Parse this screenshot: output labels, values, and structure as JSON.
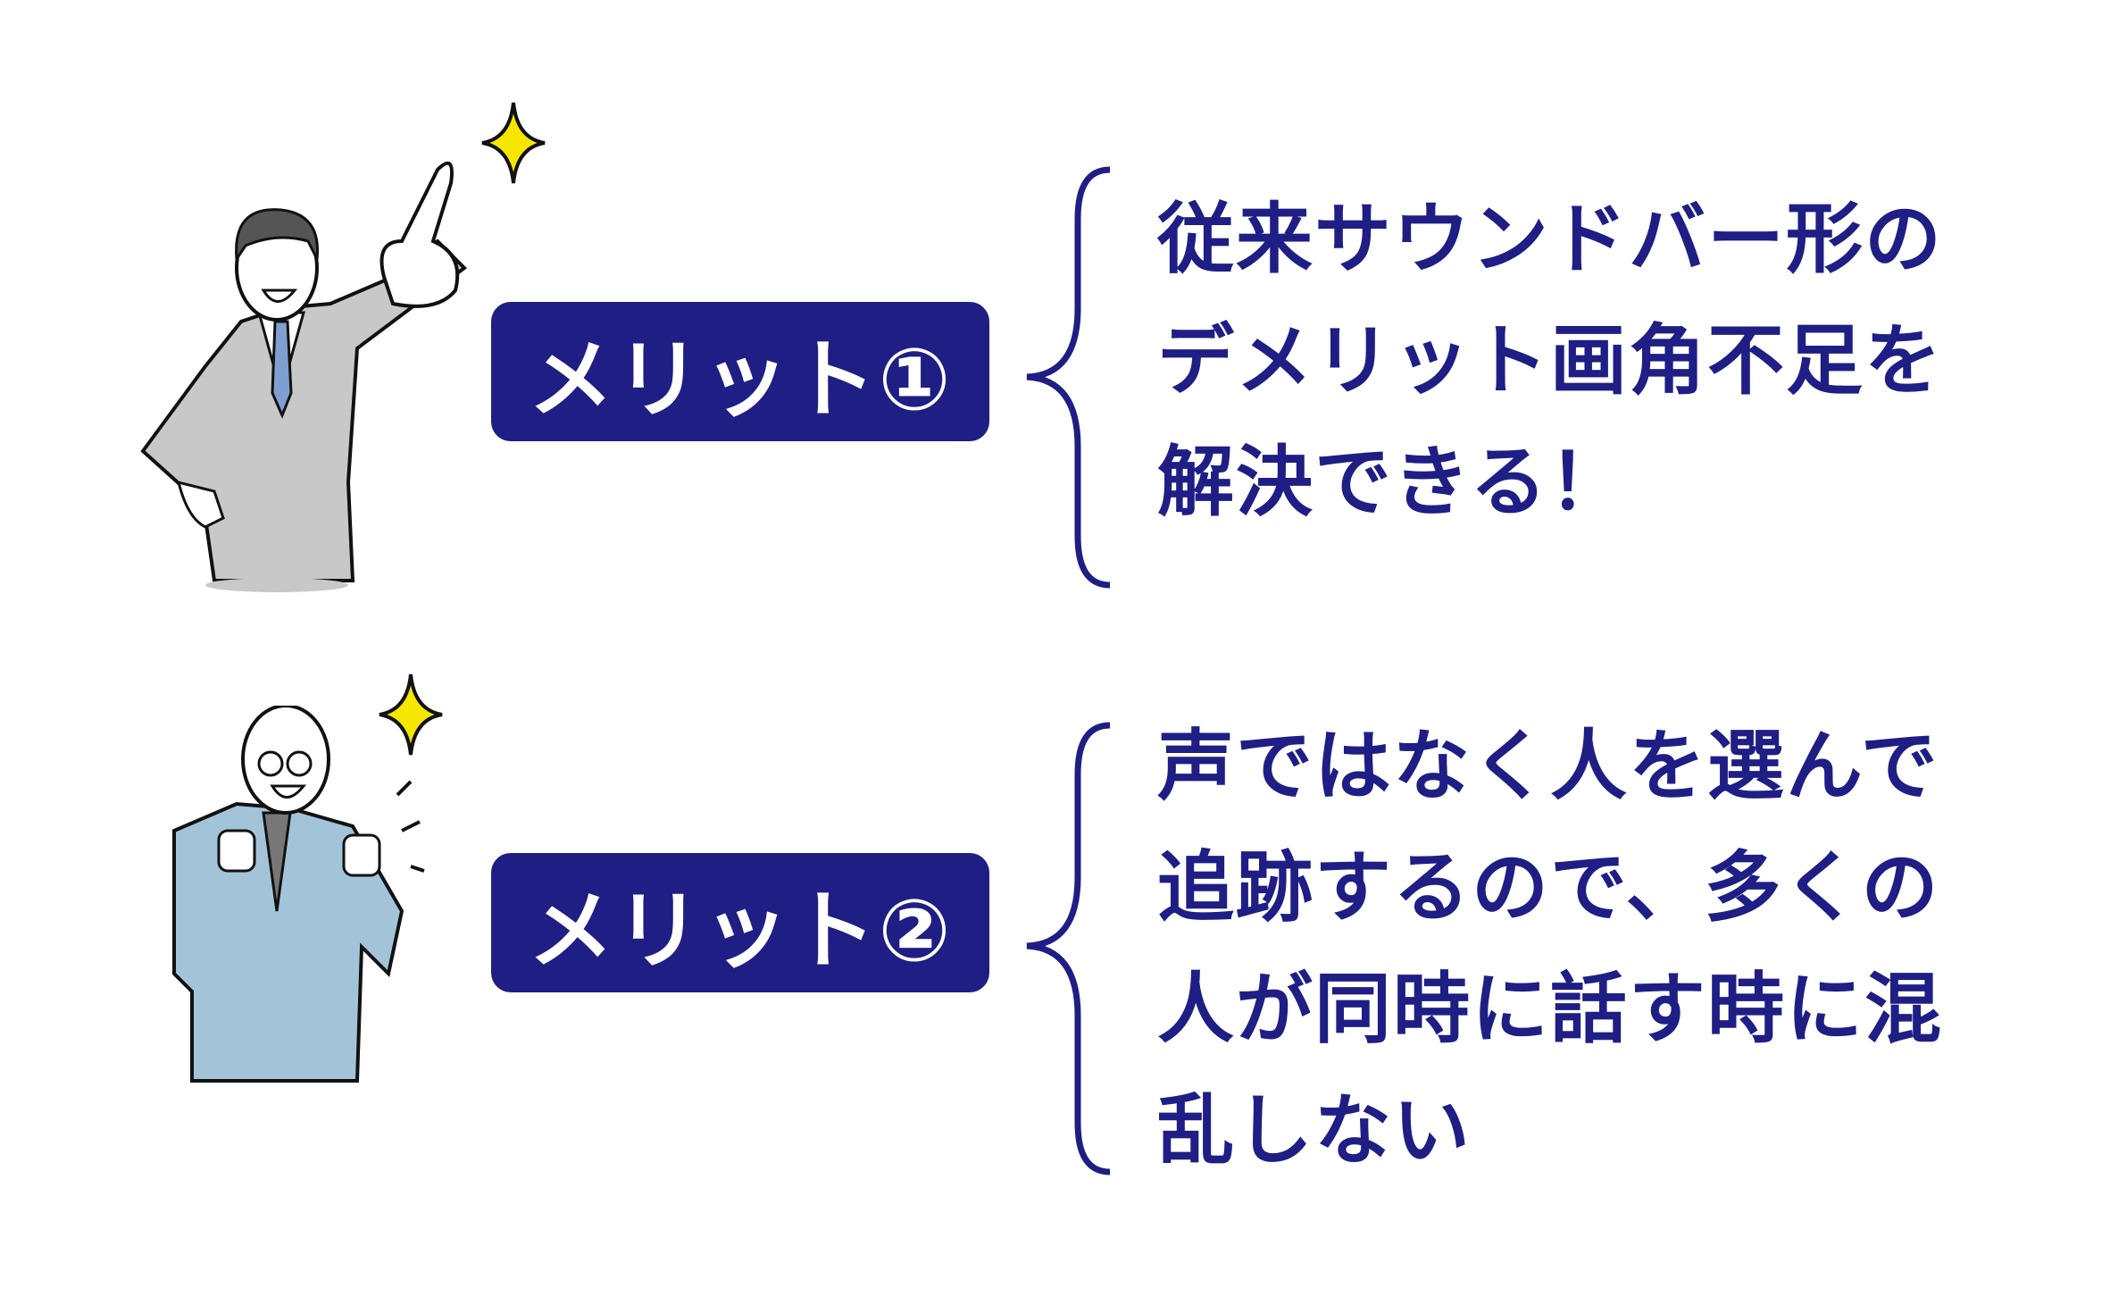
{
  "colors": {
    "accent": "#1e1e85",
    "sparkle": "#f7e600",
    "suit1": "#c8c8c8",
    "suit2": "#a3c4d8",
    "tie": "#7f9fd0"
  },
  "merits": [
    {
      "badge": "メリット①",
      "lines": [
        "従来サウンドバー形の",
        "デメリット画角不足を",
        "解決できる！"
      ]
    },
    {
      "badge": "メリット②",
      "lines": [
        "声ではなく人を選んで",
        "追跡するので、多くの",
        "人が同時に話す時に混",
        "乱しない"
      ]
    }
  ]
}
